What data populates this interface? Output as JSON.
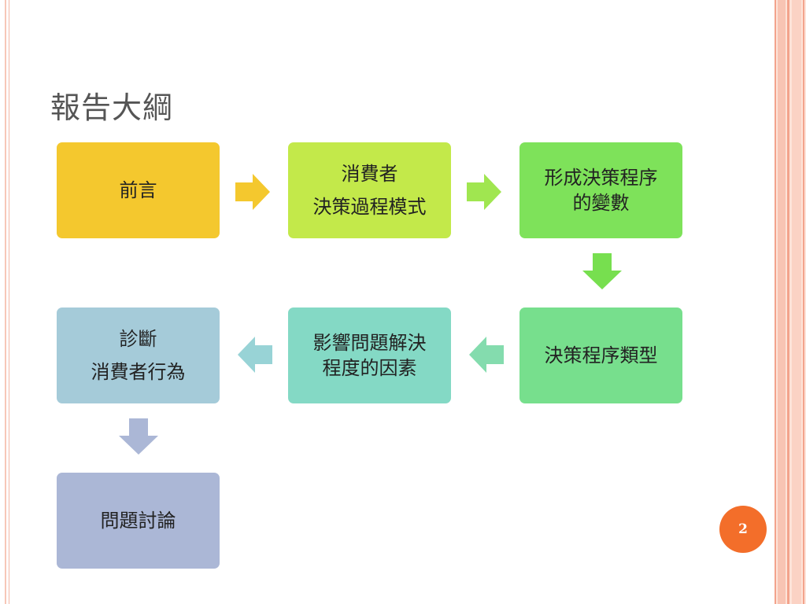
{
  "slide": {
    "title": "報告大綱",
    "page_number": "2"
  },
  "flow": {
    "preface": {
      "lines": [
        "前言"
      ]
    },
    "consumer_model": {
      "lines": [
        "消費者",
        "決策過程模式"
      ]
    },
    "variables": {
      "lines": [
        "形成決策程序",
        "的變數"
      ]
    },
    "types": {
      "lines": [
        "決策程序類型"
      ]
    },
    "factors": {
      "lines": [
        "影響問題解決",
        "程度的因素"
      ]
    },
    "diagnosis": {
      "lines": [
        "診斷",
        "消費者行為"
      ]
    },
    "discussion": {
      "lines": [
        "問題討論"
      ]
    }
  },
  "colors": {
    "preface": "#f4c82e",
    "consumer_model": "#c3e94a",
    "variables": "#7ee25a",
    "types": "#77df8d",
    "factors": "#84d9c5",
    "diagnosis": "#a5cbd9",
    "discussion": "#abb7d6",
    "page_badge": "#f36e2a"
  }
}
